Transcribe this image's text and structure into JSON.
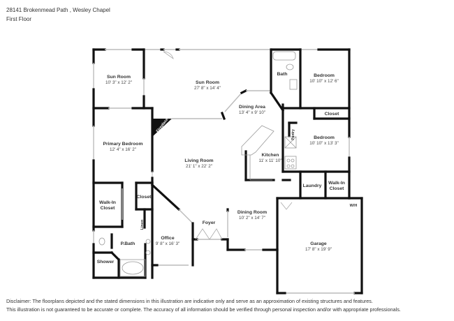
{
  "header": {
    "address": "28141 Brokenmead Path , Wesley Chapel",
    "floor": "First Floor"
  },
  "rooms": [
    {
      "name": "Sun Room",
      "dims": "10' 3\" x 12' 2\""
    },
    {
      "name": "Sun Room",
      "dims": "27' 8\" x 14' 4\""
    },
    {
      "name": "Bath",
      "dims": ""
    },
    {
      "name": "Bedroom",
      "dims": "10' 10\" x 12' 6\""
    },
    {
      "name": "Closet",
      "dims": ""
    },
    {
      "name": "Dining Area",
      "dims": "13' 4\" x 9' 10\""
    },
    {
      "name": "Bedroom",
      "dims": "10' 10\" x 13' 3\""
    },
    {
      "name": "Pantry",
      "dims": ""
    },
    {
      "name": "Kitchen",
      "dims": "11' x 11' 10\""
    },
    {
      "name": "Primary Bedroom",
      "dims": "12' 4\" x 16' 2\""
    },
    {
      "name": "Fireplace",
      "dims": ""
    },
    {
      "name": "Living Room",
      "dims": "21' 1\" x 22' 2\""
    },
    {
      "name": "Laundry",
      "dims": ""
    },
    {
      "name": "Walk-In",
      "dims": "Closet"
    },
    {
      "name": "Walk-In",
      "dims": "Closet"
    },
    {
      "name": "Closet",
      "dims": ""
    },
    {
      "name": "Linen",
      "dims": ""
    },
    {
      "name": "Office",
      "dims": "9' 8\" x 16' 3\""
    },
    {
      "name": "Foyer",
      "dims": ""
    },
    {
      "name": "Dining Room",
      "dims": "10' 2\" x 14' 7\""
    },
    {
      "name": "P.Bath",
      "dims": ""
    },
    {
      "name": "Shower",
      "dims": ""
    },
    {
      "name": "Garage",
      "dims": "17' 8\" x 19' 9\""
    },
    {
      "name": "W/H",
      "dims": ""
    }
  ],
  "disclaimer": {
    "line1": "Disclaimer: The floorplans depicted and the stated dimensions in this illustration are indicative only and serve as an approximation of existing structures and features.",
    "line2": "This illustration is not guaranteed to be accurate or complete. The accuracy of all information should be verified through personal inspection and/or with appropriate professionals."
  }
}
